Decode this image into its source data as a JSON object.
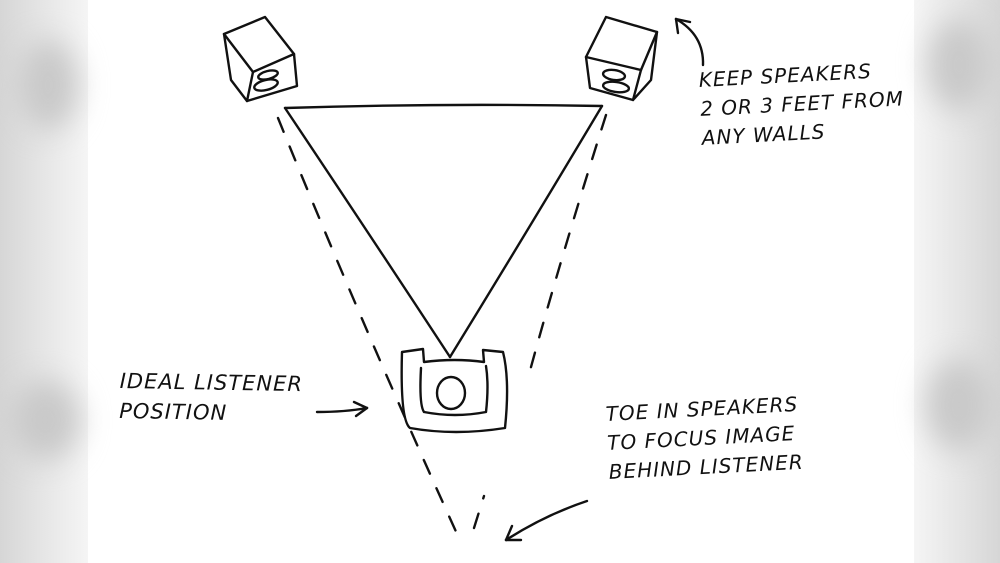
{
  "notes": {
    "walls": [
      "Keep speakers",
      "2 or 3 feet from",
      "any walls"
    ],
    "listener": [
      "Ideal listener",
      "position"
    ],
    "toe_in": [
      "Toe in speakers",
      "to focus image",
      "behind listener"
    ]
  },
  "colors": {
    "ink": "#111111",
    "background": "#ffffff",
    "side_blur": "#d6d6d6"
  }
}
